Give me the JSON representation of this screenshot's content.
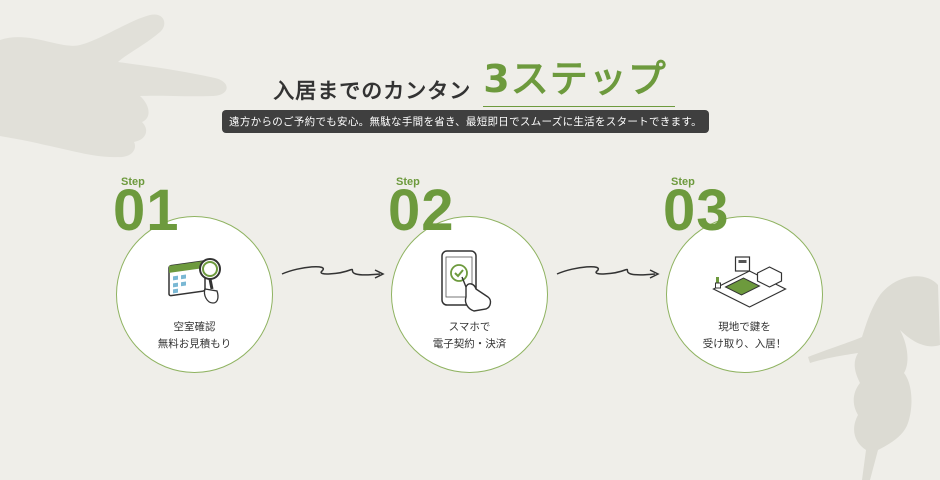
{
  "header": {
    "title_main": "入居までのカンタン",
    "title_accent": "3ステップ",
    "subtitle": "遠方からのご予約でも安心。無駄な手間を省き、最短即日でスムーズに生活をスタートできます。"
  },
  "steps": [
    {
      "label": "Step",
      "number": "01",
      "caption_line1": "空室確認",
      "caption_line2": "無料お見積もり",
      "icon": "calendar-magnifier-icon"
    },
    {
      "label": "Step",
      "number": "02",
      "caption_line1": "スマホで",
      "caption_line2": "電子契約・決済",
      "icon": "smartphone-check-icon"
    },
    {
      "label": "Step",
      "number": "03",
      "caption_line1": "現地で鍵を",
      "caption_line2": "受け取り、入居！",
      "icon": "furnished-room-icon"
    }
  ],
  "colors": {
    "accent": "#6d9a3d",
    "background": "#efeee9",
    "subtitle_bg": "#3f3f3f"
  }
}
